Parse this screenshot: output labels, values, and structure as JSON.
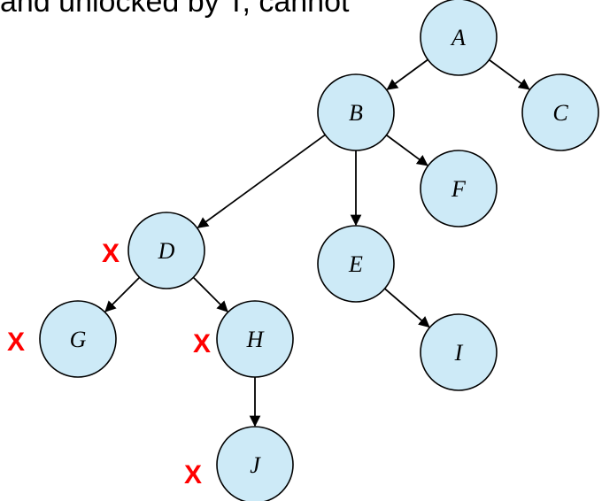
{
  "caption": "and unlocked by T, cannot",
  "colors": {
    "node_fill": "#cdeaf7",
    "node_stroke": "#000000",
    "edge": "#000000",
    "mark": "#ff0000"
  },
  "nodes": [
    {
      "id": "A",
      "label": "A",
      "marked": false
    },
    {
      "id": "B",
      "label": "B",
      "marked": false
    },
    {
      "id": "C",
      "label": "C",
      "marked": false
    },
    {
      "id": "D",
      "label": "D",
      "marked": true
    },
    {
      "id": "E",
      "label": "E",
      "marked": false
    },
    {
      "id": "F",
      "label": "F",
      "marked": false
    },
    {
      "id": "G",
      "label": "G",
      "marked": true
    },
    {
      "id": "H",
      "label": "H",
      "marked": true
    },
    {
      "id": "I",
      "label": "I",
      "marked": false
    },
    {
      "id": "J",
      "label": "J",
      "marked": true
    }
  ],
  "edges": [
    {
      "from": "A",
      "to": "B"
    },
    {
      "from": "A",
      "to": "C"
    },
    {
      "from": "B",
      "to": "D"
    },
    {
      "from": "B",
      "to": "E"
    },
    {
      "from": "B",
      "to": "F"
    },
    {
      "from": "D",
      "to": "G"
    },
    {
      "from": "D",
      "to": "H"
    },
    {
      "from": "E",
      "to": "I"
    },
    {
      "from": "H",
      "to": "J"
    }
  ],
  "mark_symbol": "X"
}
